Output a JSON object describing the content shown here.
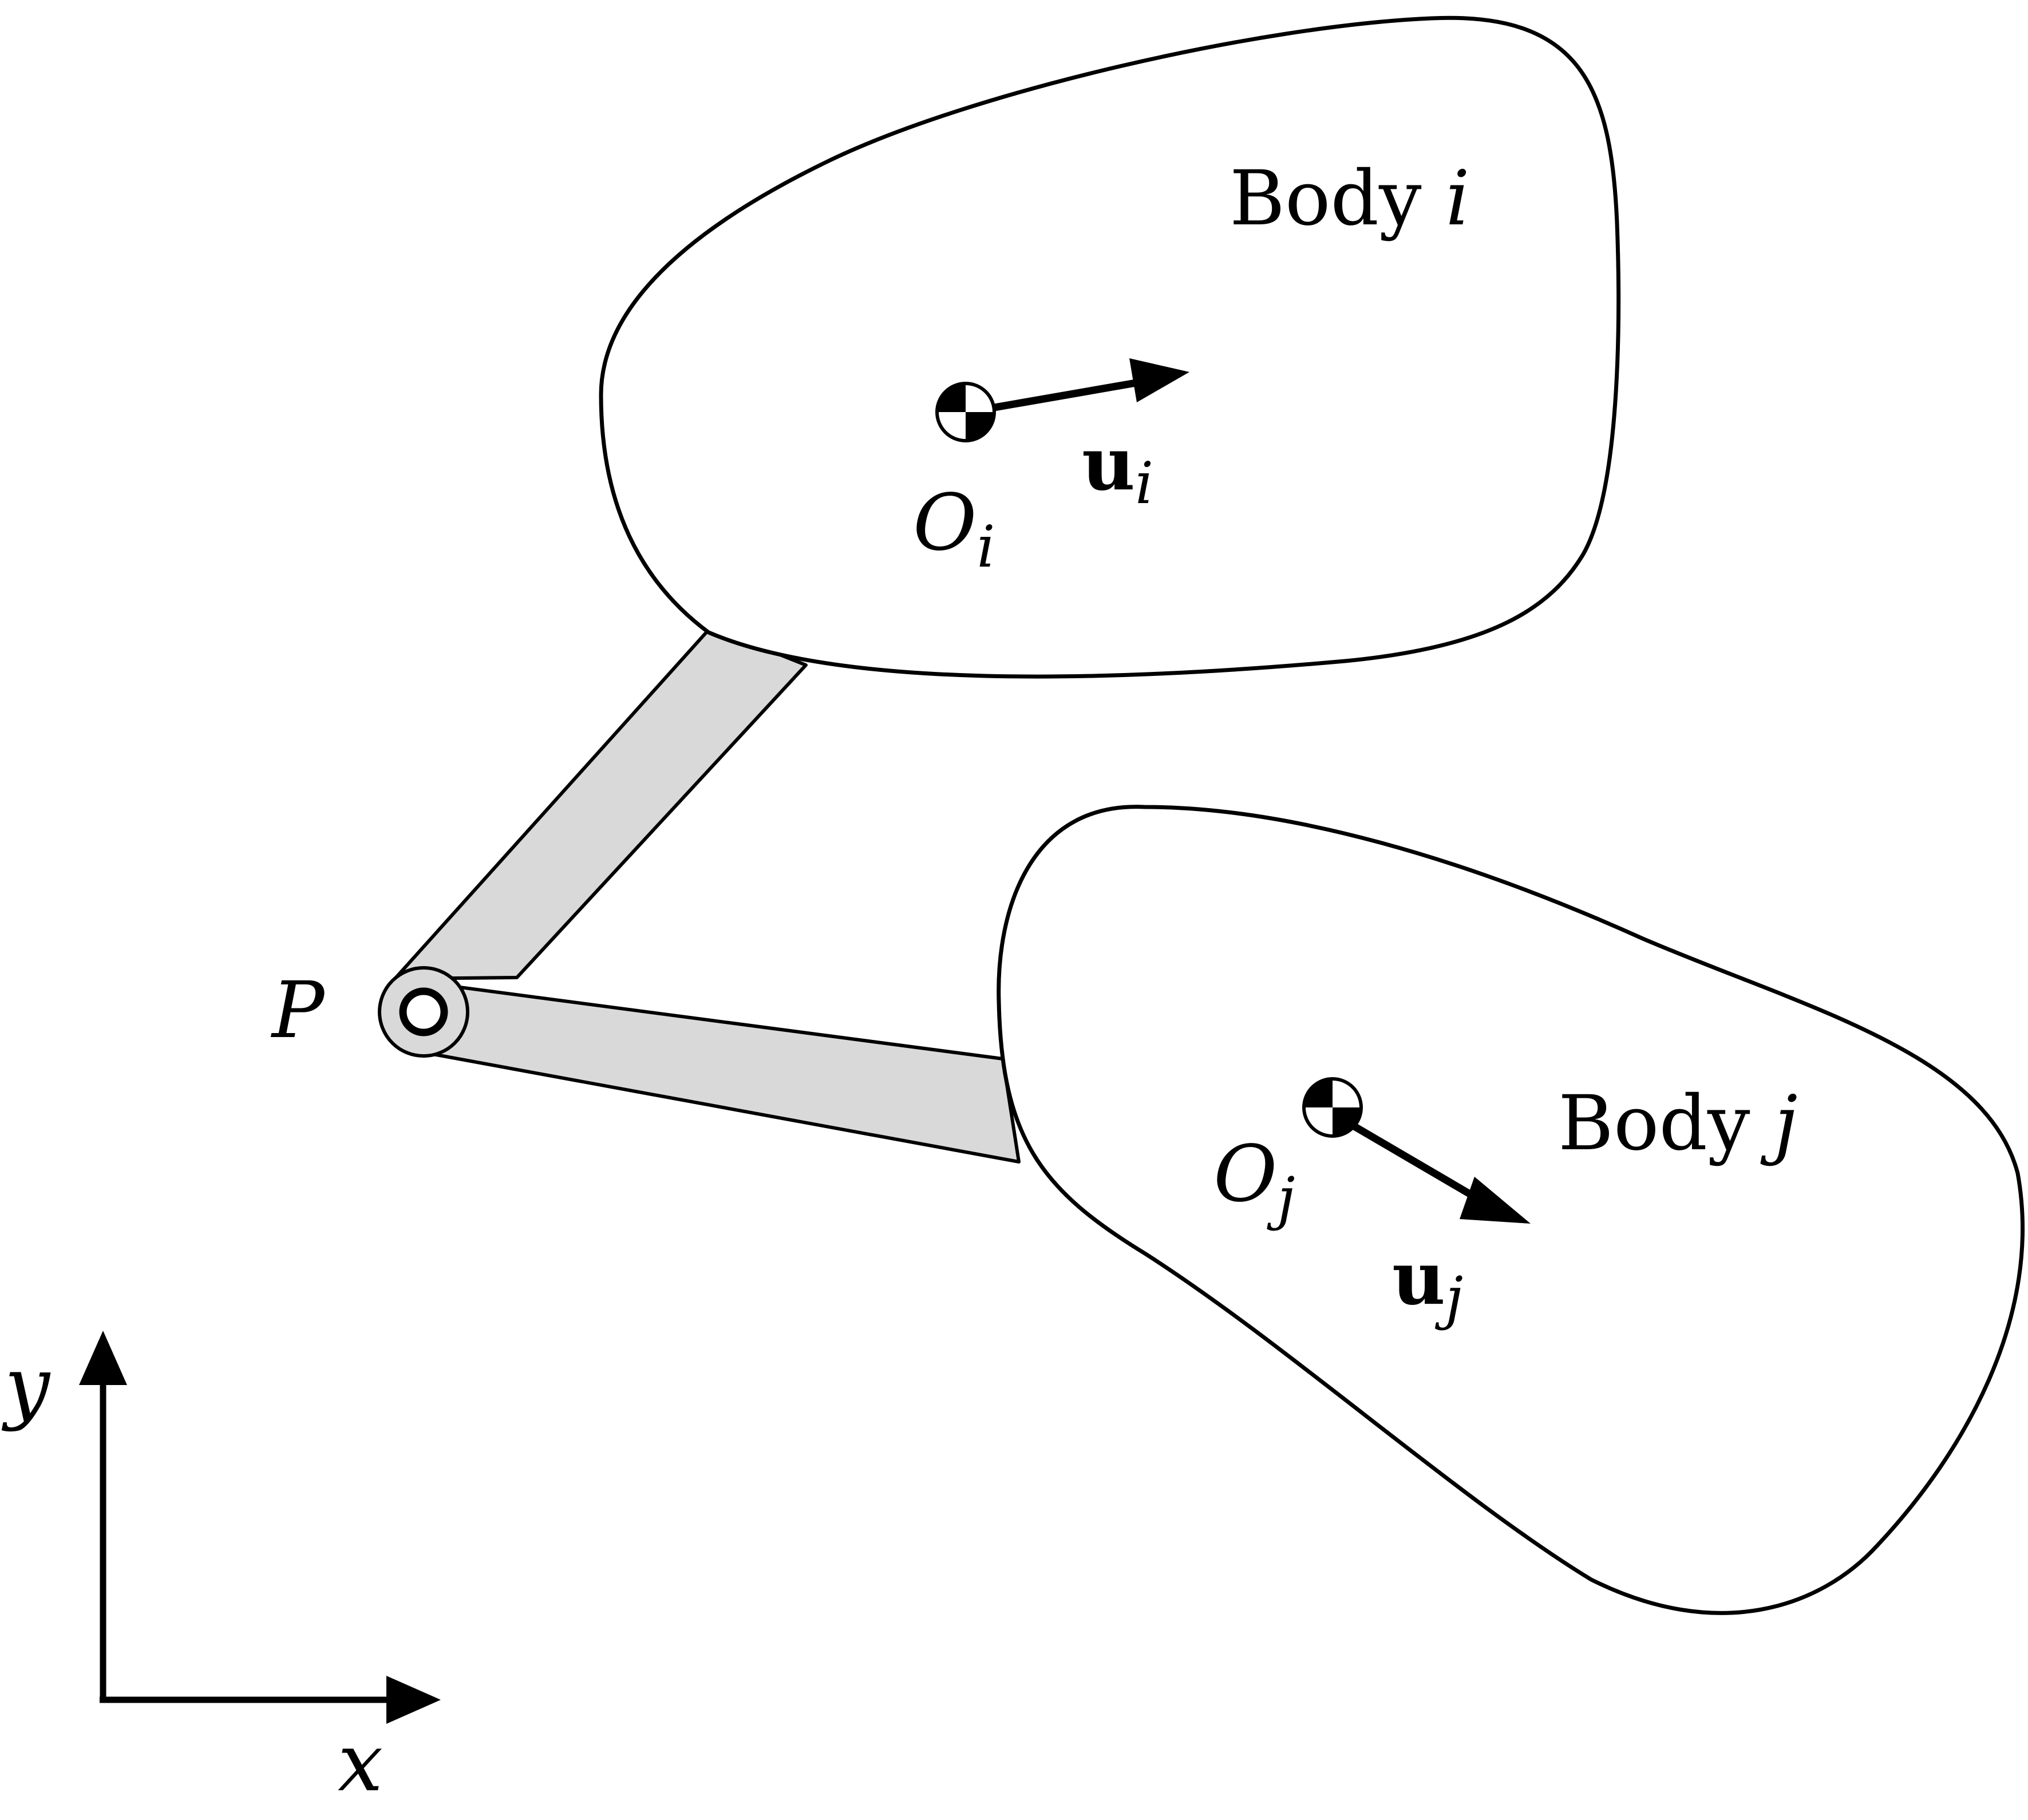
{
  "diagram": {
    "body_i": {
      "name": "Body",
      "index": "i",
      "origin_symbol": "O",
      "origin_sub": "i",
      "vector_symbol": "u",
      "vector_sub": "i"
    },
    "body_j": {
      "name": "Body",
      "index": "j",
      "origin_symbol": "O",
      "origin_sub": "j",
      "vector_symbol": "u",
      "vector_sub": "j"
    },
    "joint": {
      "label": "P"
    },
    "axes": {
      "x_label": "x",
      "y_label": "y"
    }
  },
  "colors": {
    "stroke": "#000000",
    "body_fill": "#ffffff",
    "link_fill": "#d9d9d9"
  }
}
